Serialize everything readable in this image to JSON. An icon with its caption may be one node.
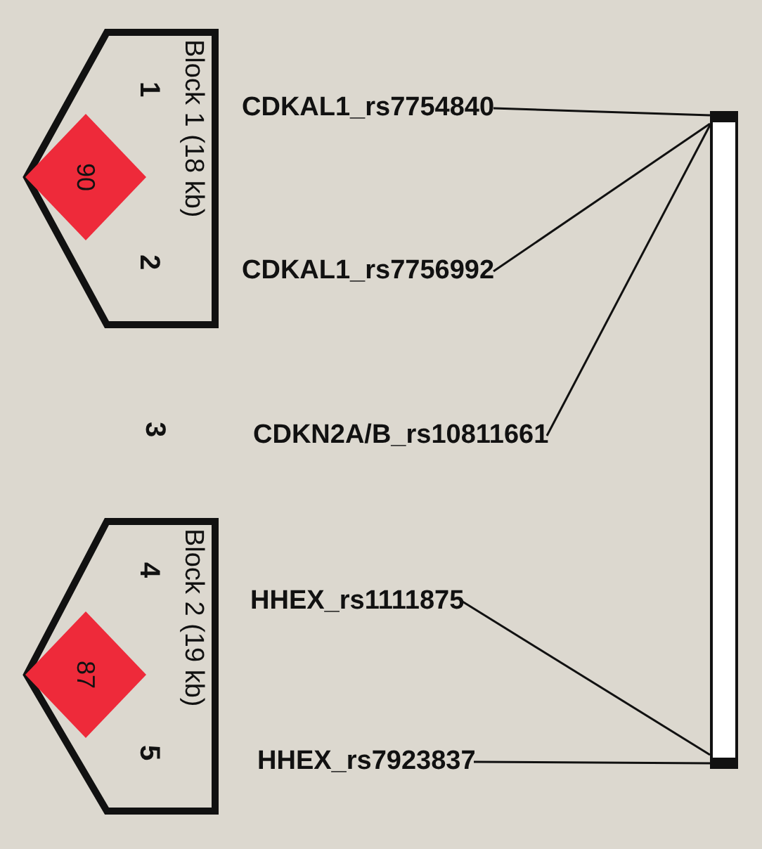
{
  "diagram": {
    "nodes": [
      {
        "text": [
          "Block 1 (18 kb)"
        ]
      },
      {
        "text": [
          "90"
        ],
        "in": 0
      },
      {
        "text": [
          "Block 2 (19 kb)"
        ]
      },
      {
        "text": [
          "87"
        ],
        "in": 2
      },
      {
        "text": [
          "CDKAL1_rs7754840"
        ]
      },
      {
        "text": [
          "CDKAL1_rs7756992"
        ]
      },
      {
        "text": [
          "CDKN2A/B_rs10811661"
        ]
      },
      {
        "text": [
          "HHEX_rs1111875"
        ]
      },
      {
        "text": [
          "HHEX_rs7923837"
        ]
      },
      {
        "text": [],
        "shape": "bar"
      }
    ],
    "edges": [
      {
        "from": 4,
        "to": 9,
        "arrow": "none"
      },
      {
        "from": 5,
        "to": 9,
        "arrow": "none"
      },
      {
        "from": 6,
        "to": 9,
        "arrow": "none"
      },
      {
        "from": 7,
        "to": 9,
        "arrow": "none"
      },
      {
        "from": 8,
        "to": 9,
        "arrow": "none"
      }
    ],
    "labels": [
      "1",
      "2",
      "3",
      "4",
      "5"
    ]
  }
}
